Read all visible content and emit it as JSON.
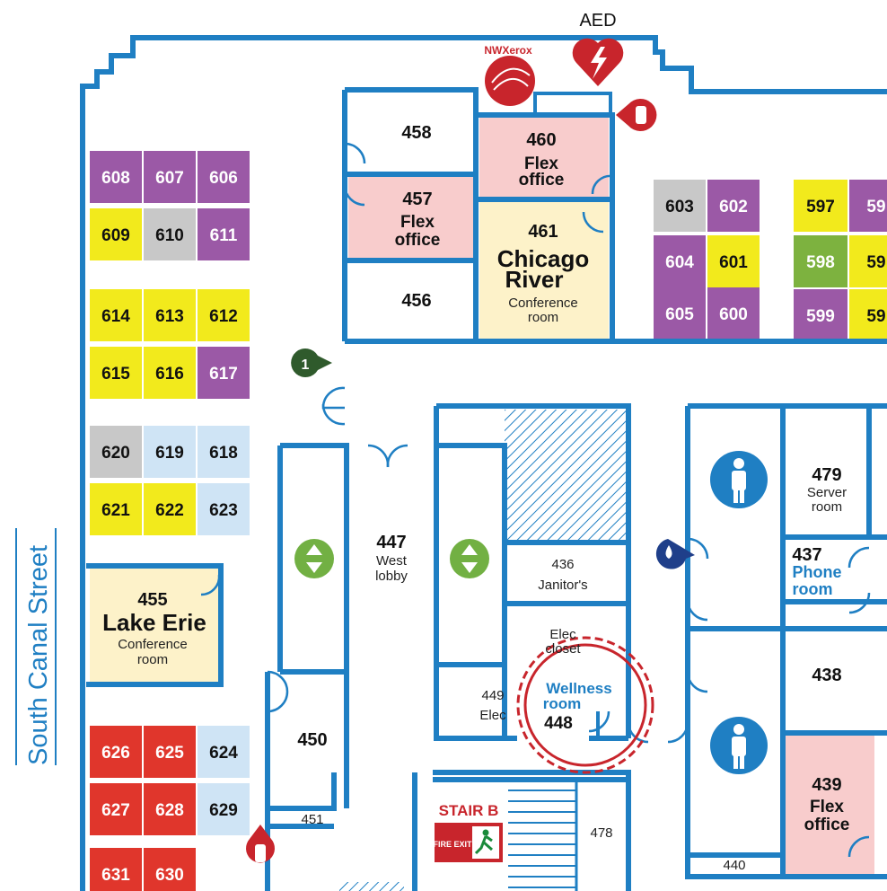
{
  "colors": {
    "wall": "#1f7fc3",
    "purple": "#9b59a6",
    "yellow": "#f2ea1c",
    "gray": "#c8c8c8",
    "lightblue": "#cfe4f5",
    "red": "#e0362c",
    "green": "#7db23f",
    "pink": "#f8cccc",
    "cream": "#fdf2c9",
    "restroom": "#1f7fc3",
    "elevator": "#72b043",
    "marker_red": "#c8252c",
    "marker_green": "#2f5a2c"
  },
  "street": {
    "label": "South Canal Street"
  },
  "top": {
    "aed_label": "AED",
    "xerox_label": "NWXerox"
  },
  "rooms": {
    "r458": {
      "number": "458"
    },
    "r460": {
      "number": "460",
      "line1": "Flex",
      "line2": "office"
    },
    "r457": {
      "number": "457",
      "line1": "Flex",
      "line2": "office"
    },
    "r461": {
      "number": "461",
      "line1": "Chicago",
      "line2": "River",
      "line3": "Conference",
      "line4": "room"
    },
    "r456": {
      "number": "456"
    },
    "r455": {
      "number": "455",
      "line1": "Lake Erie",
      "line2": "Conference",
      "line3": "room"
    },
    "r447": {
      "number": "447",
      "line1": "West",
      "line2": "lobby"
    },
    "r436": {
      "number": "436",
      "line1": "Janitor's"
    },
    "elec_closet": {
      "line1": "Elec",
      "line2": "closet"
    },
    "r449": {
      "number": "449",
      "line1": "Elec"
    },
    "r448": {
      "number": "448",
      "line1": "Wellness",
      "line2": "room"
    },
    "r450": {
      "number": "450"
    },
    "r451": {
      "number": "451"
    },
    "r478": {
      "number": "478"
    },
    "stair": {
      "label": "STAIR B",
      "sign": "FIRE EXIT"
    },
    "r479": {
      "number": "479",
      "line1": "Server",
      "line2": "room"
    },
    "r437": {
      "number": "437",
      "line1": "Phone",
      "line2": "room"
    },
    "r438": {
      "number": "438"
    },
    "r439": {
      "number": "439",
      "line1": "Flex",
      "line2": "office"
    },
    "r440": {
      "number": "440"
    }
  },
  "markers": {
    "location_1": "1"
  },
  "desks_left": [
    {
      "id": "608",
      "color": "purple"
    },
    {
      "id": "607",
      "color": "purple"
    },
    {
      "id": "606",
      "color": "purple"
    },
    {
      "id": "609",
      "color": "yellow"
    },
    {
      "id": "610",
      "color": "gray"
    },
    {
      "id": "611",
      "color": "purple"
    },
    {
      "id": "614",
      "color": "yellow"
    },
    {
      "id": "613",
      "color": "yellow"
    },
    {
      "id": "612",
      "color": "yellow"
    },
    {
      "id": "615",
      "color": "yellow"
    },
    {
      "id": "616",
      "color": "yellow"
    },
    {
      "id": "617",
      "color": "purple"
    },
    {
      "id": "620",
      "color": "gray"
    },
    {
      "id": "619",
      "color": "lightblue"
    },
    {
      "id": "618",
      "color": "lightblue"
    },
    {
      "id": "621",
      "color": "yellow"
    },
    {
      "id": "622",
      "color": "yellow"
    },
    {
      "id": "623",
      "color": "lightblue"
    },
    {
      "id": "626",
      "color": "red"
    },
    {
      "id": "625",
      "color": "red"
    },
    {
      "id": "624",
      "color": "lightblue"
    },
    {
      "id": "627",
      "color": "red"
    },
    {
      "id": "628",
      "color": "red"
    },
    {
      "id": "629",
      "color": "lightblue"
    },
    {
      "id": "631",
      "color": "red"
    },
    {
      "id": "630",
      "color": "red"
    }
  ],
  "desks_mid": [
    {
      "id": "603",
      "color": "gray"
    },
    {
      "id": "602",
      "color": "purple"
    },
    {
      "id": "604",
      "color": "purple"
    },
    {
      "id": "601",
      "color": "yellow"
    },
    {
      "id": "605",
      "color": "purple"
    },
    {
      "id": "600",
      "color": "purple"
    }
  ],
  "desks_right": [
    {
      "id": "597",
      "color": "yellow"
    },
    {
      "id": "59",
      "color": "purple"
    },
    {
      "id": "598",
      "color": "green"
    },
    {
      "id": "59",
      "color": "yellow"
    },
    {
      "id": "599",
      "color": "purple"
    },
    {
      "id": "59",
      "color": "yellow"
    }
  ]
}
